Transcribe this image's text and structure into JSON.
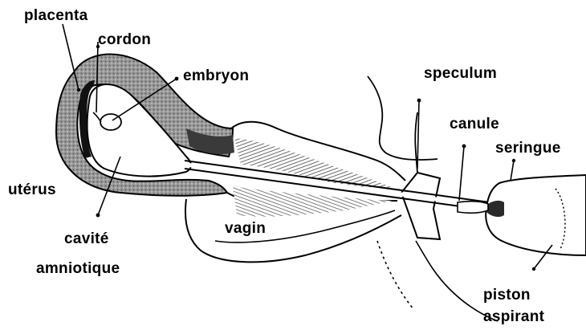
{
  "labels": {
    "placenta": "placenta",
    "cordon": "cordon",
    "embryon": "embryon",
    "speculum": "speculum",
    "canule": "canule",
    "seringue": "seringue",
    "uterus": "utérus",
    "cavite_line1": "cavité",
    "cavite_line2": "amniotique",
    "vagin": "vagin",
    "piston_line1": "piston",
    "piston_line2": "aspirant"
  },
  "colors": {
    "ink": "#000000",
    "tissue": "#8a8a8a",
    "background": "#ffffff"
  }
}
